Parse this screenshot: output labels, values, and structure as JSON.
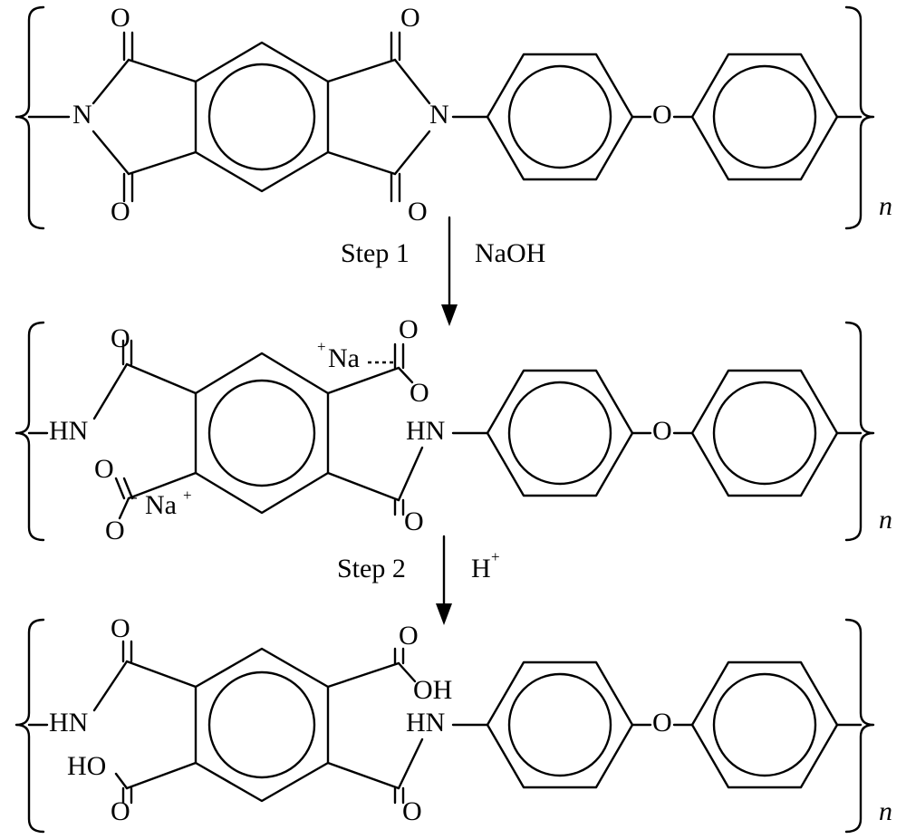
{
  "scheme": {
    "polymer_repeat_label": "n",
    "step1": {
      "label": "Step 1",
      "reagent": "NaOH"
    },
    "step2": {
      "label": "Step 2",
      "reagent": "H",
      "reagent_charge": "+"
    },
    "atoms": {
      "N": "N",
      "O": "O",
      "HN": "HN",
      "NH_right": "HN",
      "Na": "Na",
      "Na_charge": "+",
      "O_minus": "-",
      "OH": "OH",
      "HO": "HO"
    }
  }
}
